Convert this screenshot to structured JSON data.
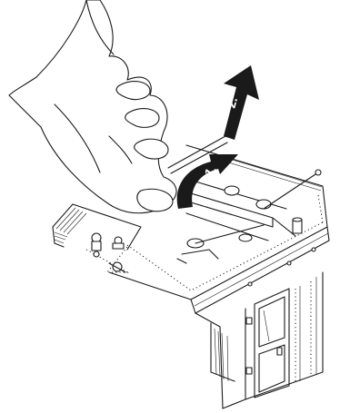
{
  "figure": {
    "steps": [
      {
        "label": "1.",
        "action": "rotate-arrow"
      },
      {
        "label": "2.",
        "action": "lift-arrow"
      }
    ]
  }
}
